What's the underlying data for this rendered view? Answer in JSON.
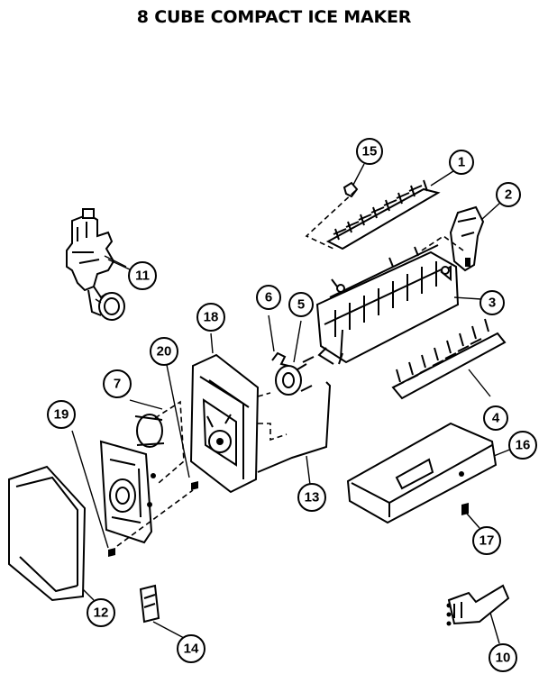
{
  "title": "8 CUBE COMPACT ICE MAKER",
  "callouts": {
    "c1": "1",
    "c2": "2",
    "c3": "3",
    "c4": "4",
    "c5": "5",
    "c6": "6",
    "c7": "7",
    "c10": "10",
    "c11": "11",
    "c12": "12",
    "c13": "13",
    "c14": "14",
    "c15": "15",
    "c16": "16",
    "c17": "17",
    "c18": "18",
    "c19": "19",
    "c20": "20"
  }
}
